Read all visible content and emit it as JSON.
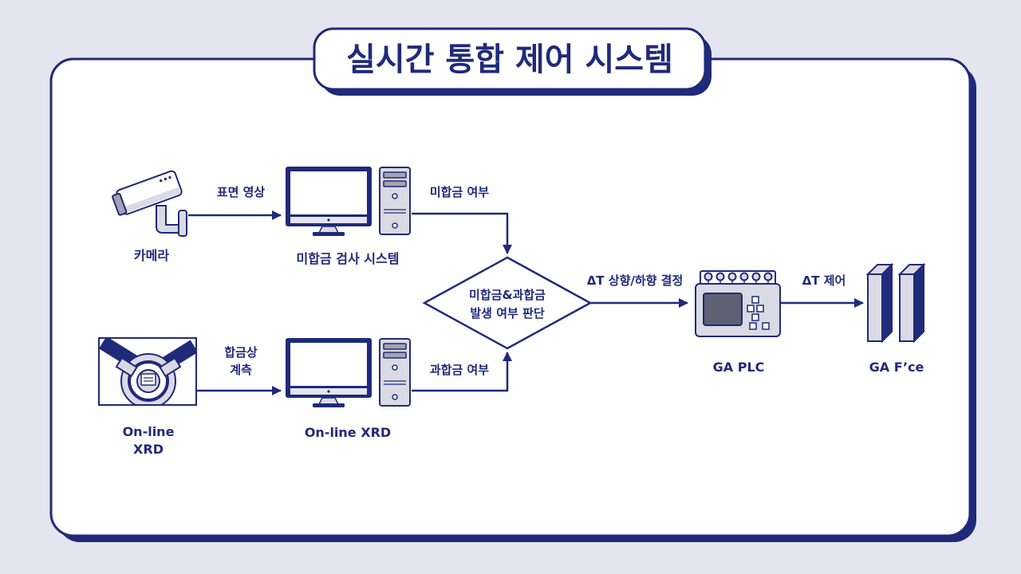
{
  "title": "실시간 통합 제어 시스템",
  "colors": {
    "navy": "#1f2a7a",
    "background": "#e4e5ee",
    "card": "#ffffff",
    "device_light": "#d9dae3",
    "device_mid": "#a3a4b2",
    "device_dark": "#5e6074"
  },
  "nodes": {
    "camera": {
      "label": "카메라",
      "icon": "security-camera-icon"
    },
    "xrd_device": {
      "label_line1": "On-line",
      "label_line2": "XRD",
      "icon": "xrd-diffractometer-icon"
    },
    "inspection_system": {
      "label": "미합금 검사 시스템",
      "icon": "desktop-computer-icon"
    },
    "xrd_system": {
      "label": "On-line XRD",
      "icon": "desktop-computer-icon"
    },
    "decision": {
      "line1": "미합금&과합금",
      "line2": "발생 여부 판단"
    },
    "plc": {
      "label": "GA PLC",
      "icon": "plc-controller-icon"
    },
    "furnace": {
      "label": "GA F’ce",
      "icon": "furnace-icon"
    }
  },
  "edges": {
    "camera_to_inspection": {
      "label": "표면 영상"
    },
    "xrd_to_system": {
      "label_line1": "합금상",
      "label_line2": "계측"
    },
    "inspection_to_decision": {
      "label": "미합금 여부"
    },
    "xrd_system_to_decision": {
      "label": "과합금 여부"
    },
    "decision_to_plc": {
      "label": "ΔT 상향/하향 결정"
    },
    "plc_to_furnace": {
      "label": "ΔT 제어"
    }
  }
}
